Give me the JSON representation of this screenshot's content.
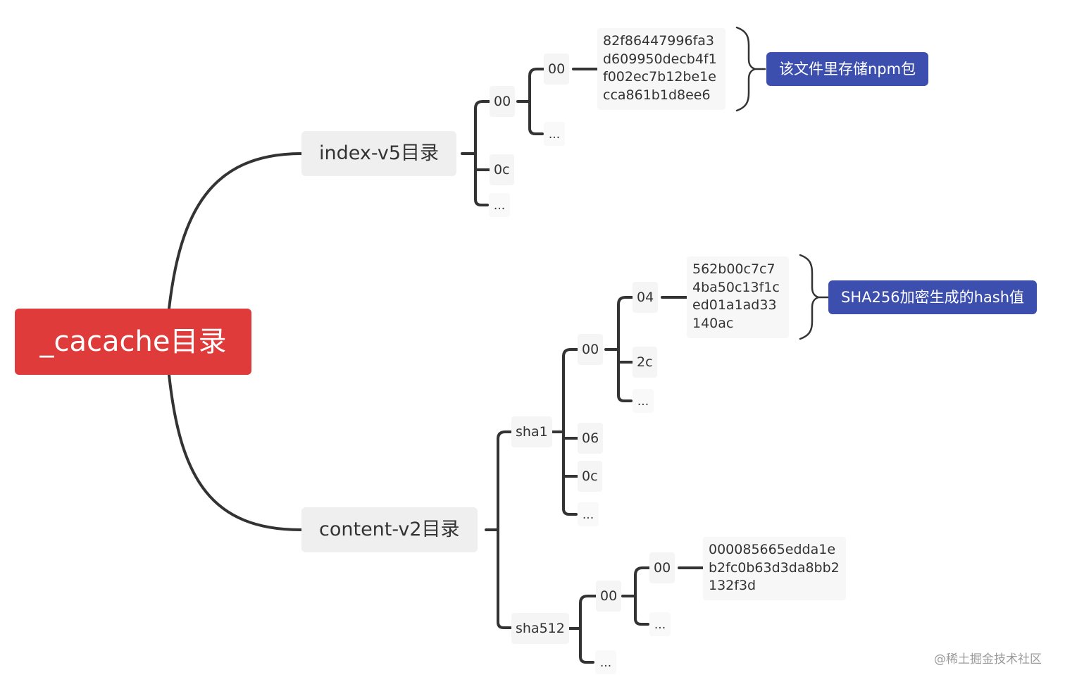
{
  "root": {
    "label": "_cacache目录"
  },
  "index": {
    "label": "index-v5目录",
    "child_00": "00",
    "child_0c": "0c",
    "child_more": "...",
    "sub_00": "00",
    "sub_more": "...",
    "hash": "82f86447996fa3d609950decb4f1f002ec7b12be1ecca861b1d8ee6",
    "callout": "该文件里存储npm包"
  },
  "content": {
    "label": "content-v2目录",
    "sha1": {
      "label": "sha1",
      "child_00": "00",
      "child_06": "06",
      "child_0c": "0c",
      "child_more": "...",
      "sub_04": "04",
      "sub_2c": "2c",
      "sub_more": "...",
      "hash": "562b00c7c74ba50c13f1ced01a1ad33140ac",
      "callout": "SHA256加密生成的hash值"
    },
    "sha512": {
      "label": "sha512",
      "child_00": "00",
      "child_more": "...",
      "sub_00": "00",
      "sub_more": "...",
      "hash": "000085665edda1eb2fc0b63d3da8bb2132f3d"
    }
  },
  "watermark": "@稀土掘金技术社区",
  "colors": {
    "root": "#e03b3b",
    "callout": "#3d4fae",
    "line": "#333333",
    "node_bg": "#f5f5f5"
  }
}
